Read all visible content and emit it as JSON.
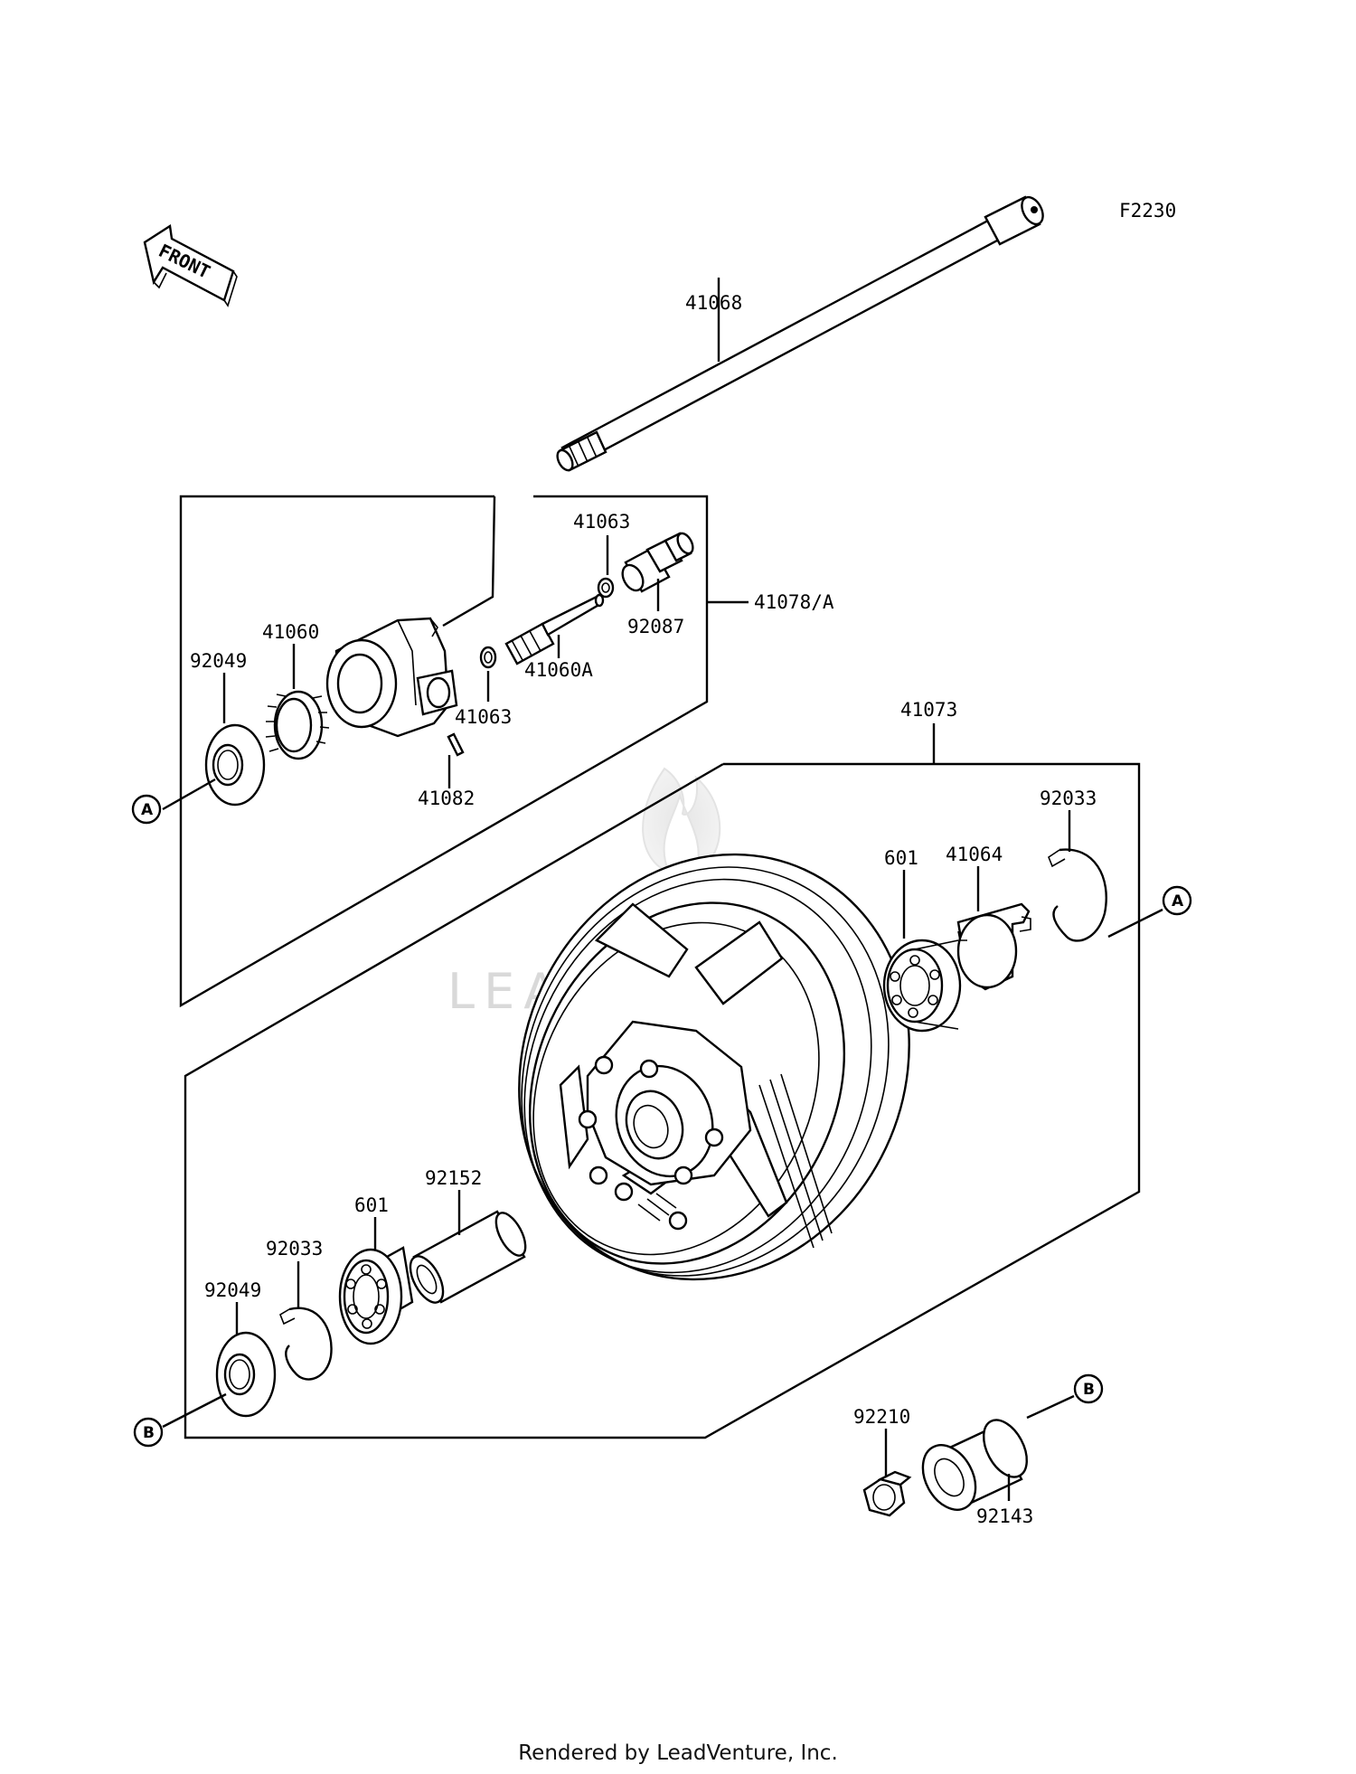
{
  "diagram_code": "F2230",
  "front_arrow_label": "FRONT",
  "watermark_text": "LEADVENTURE",
  "footer_text": "Rendered by LeadVenture, Inc.",
  "labels": {
    "p41068": "41068",
    "p41063_top": "41063",
    "p41078A": "41078/A",
    "p92087": "92087",
    "p41060": "41060",
    "p92049_top": "92049",
    "p41060A": "41060A",
    "p41063_mid": "41063",
    "p41082": "41082",
    "p41073": "41073",
    "p92033_right": "92033",
    "p41064": "41064",
    "p601_right": "601",
    "p92152": "92152",
    "p601_left": "601",
    "p92033_left": "92033",
    "p92049_bottom": "92049",
    "p92210": "92210",
    "p92143": "92143"
  },
  "refs": {
    "a_left": "A",
    "a_right": "A",
    "b_left": "B",
    "b_right": "B"
  }
}
